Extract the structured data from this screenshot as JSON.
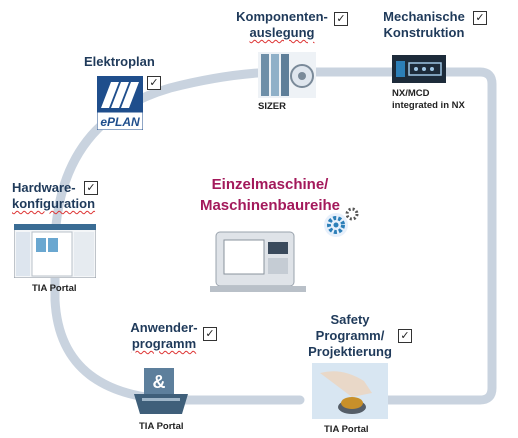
{
  "center": {
    "line1": "Einzelmaschine/",
    "line2": "Maschinenbaureihe"
  },
  "nodes": {
    "komponenten": {
      "line1": "Komponenten-",
      "line2": "auslegung",
      "caption": "SIZER",
      "checked": "✓"
    },
    "mechanisch": {
      "line1": "Mechanische",
      "line2": "Konstruktion",
      "caption1": "NX/MCD",
      "caption2": "integrated in NX",
      "checked": "✓"
    },
    "elektroplan": {
      "line1": "Elektroplan",
      "logo_text": "ePLAN",
      "checked": "✓"
    },
    "hardware": {
      "line1": "Hardware-",
      "line2": "konfiguration",
      "caption": "TIA Portal",
      "checked": "✓"
    },
    "anwender": {
      "line1": "Anwender-",
      "line2": "programm",
      "caption": "TIA Portal",
      "checked": "✓"
    },
    "safety": {
      "line1": "Safety",
      "line2": "Programm/",
      "line3": "Projektierung",
      "caption": "TIA Portal",
      "checked": "✓"
    }
  },
  "colors": {
    "loop": "#c9d3df",
    "title": "#1f3a5a",
    "center": "#a3195b",
    "accent": "#2c7fb8"
  }
}
